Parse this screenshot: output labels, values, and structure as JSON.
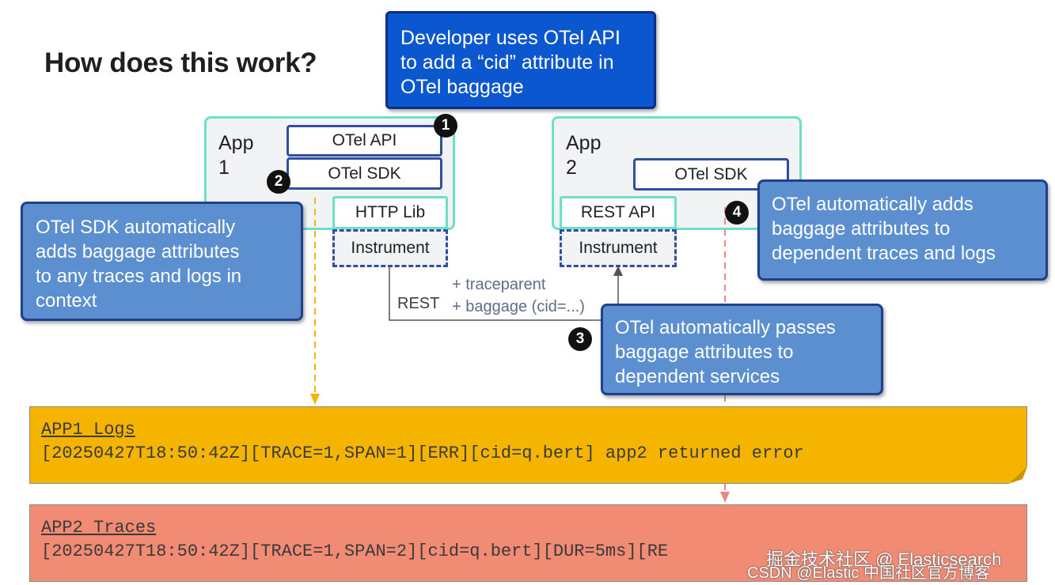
{
  "title": "How does this work?",
  "app1": {
    "label_line1": "App",
    "label_line2": "1",
    "otel_api": "OTel API",
    "otel_sdk": "OTel SDK",
    "http_lib": "HTTP Lib",
    "instrument": "Instrument"
  },
  "app2": {
    "label_line1": "App",
    "label_line2": "2",
    "otel_sdk": "OTel SDK",
    "rest_api": "REST API",
    "instrument": "Instrument"
  },
  "network": {
    "rest": "REST",
    "traceparent": "+ traceparent",
    "baggage": "+ baggage (cid=...)"
  },
  "badges": [
    "1",
    "2",
    "3",
    "4"
  ],
  "callouts": {
    "developer": {
      "lines": [
        "Developer uses OTel API",
        "to add a “cid” attribute in",
        "OTel baggage"
      ]
    },
    "sdk": {
      "lines": [
        "OTel SDK automatically",
        "adds baggage attributes",
        "to any traces and logs in",
        "context"
      ]
    },
    "passes": {
      "lines": [
        "OTel automatically passes",
        "baggage attributes to",
        "dependent services"
      ]
    },
    "adds": {
      "lines": [
        "OTel automatically adds",
        "baggage attributes to",
        "dependent traces and logs"
      ]
    }
  },
  "logs": {
    "title": "APP1 Logs",
    "line": "[20250427T18:50:42Z][TRACE=1,SPAN=1][ERR][cid=q.bert] app2 returned error"
  },
  "traces": {
    "title": "APP2 Traces",
    "line": "[20250427T18:50:42Z][TRACE=1,SPAN=2][cid=q.bert][DUR=5ms][RE"
  },
  "watermark": {
    "line1": "掘金技术社区 @ Elasticsearch",
    "line2": "CSDN @Elastic 中国社区官方博客"
  },
  "colors": {
    "app_border": "#6fe0c8",
    "component_border": "#2f4f9f",
    "callout_fill": "#5b8fd0",
    "callout_dark_fill": "#0b57d0",
    "logs_fill": "#f4b400",
    "traces_fill": "#f28b74",
    "yellow_arrow": "#f4b400",
    "red_arrow": "#e88a80"
  }
}
